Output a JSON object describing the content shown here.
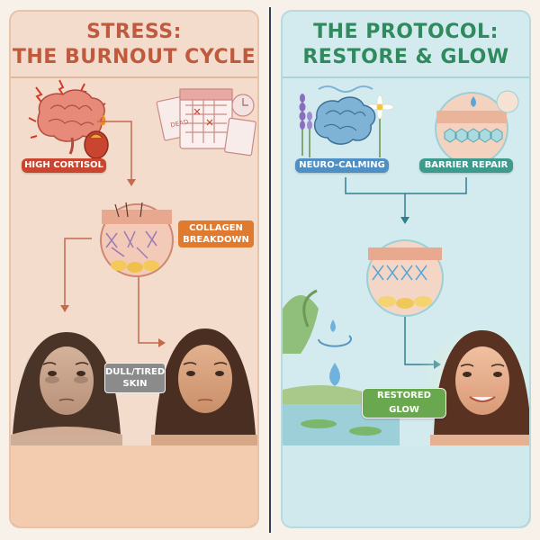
{
  "left": {
    "title_line1": "STRESS:",
    "title_line2": "THE BURNOUT CYCLE",
    "label_cortisol": "HIGH CORTISOL",
    "label_collagen_1": "COLLAGEN",
    "label_collagen_2": "BREAKDOWN",
    "label_dull_1": "DULL/TIRED",
    "label_dull_2": "SKIN",
    "calendar_note": "DEAD"
  },
  "right": {
    "title_line1": "THE PROTOCOL:",
    "title_line2": "RESTORE & GLOW",
    "label_neuro": "NEURO-CALMING",
    "label_barrier": "BARRIER REPAIR",
    "label_restored": "RESTORED GLOW"
  },
  "colors": {
    "stress_accent": "#c05a3e",
    "cortisol_pill": "#c9452f",
    "collagen_pill": "#e07a2e",
    "protocol_accent": "#2f8a5e",
    "neuro_pill": "#4f8fc4",
    "barrier_pill": "#3f9a8e",
    "restored_pill": "#6aa84f"
  }
}
